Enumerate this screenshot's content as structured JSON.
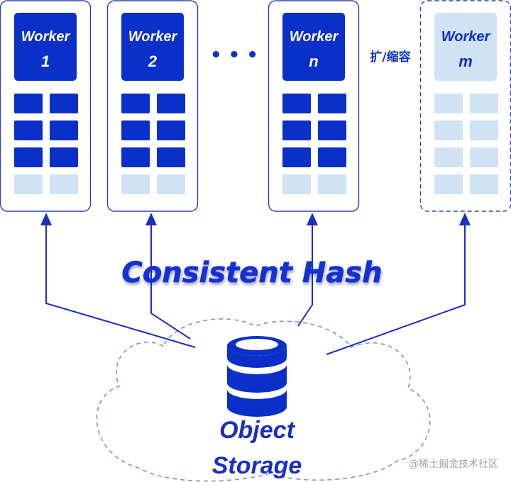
{
  "colors": {
    "primary": "#0b2fc9",
    "line": "#1a2fbf",
    "light_block": "#cfe3f5",
    "border": "#2a3fb8",
    "cloud": "#7f8fd6"
  },
  "workers": [
    {
      "word": "Worker",
      "id": "1",
      "filled_rows": 3,
      "empty_rows": 1,
      "state": "active"
    },
    {
      "word": "Worker",
      "id": "2",
      "filled_rows": 3,
      "empty_rows": 1,
      "state": "active"
    },
    {
      "word": "Worker",
      "id": "n",
      "filled_rows": 3,
      "empty_rows": 1,
      "state": "active"
    },
    {
      "word": "Worker",
      "id": "m",
      "filled_rows": 0,
      "empty_rows": 4,
      "state": "scaling"
    }
  ],
  "ellipsis": "• • •",
  "scale_label": "扩/缩容",
  "hash_label": "Consistent Hash",
  "storage": {
    "line1": "Object",
    "line2": "Storage",
    "icon": "database-icon"
  },
  "watermark": "@稀土掘金技术社区"
}
